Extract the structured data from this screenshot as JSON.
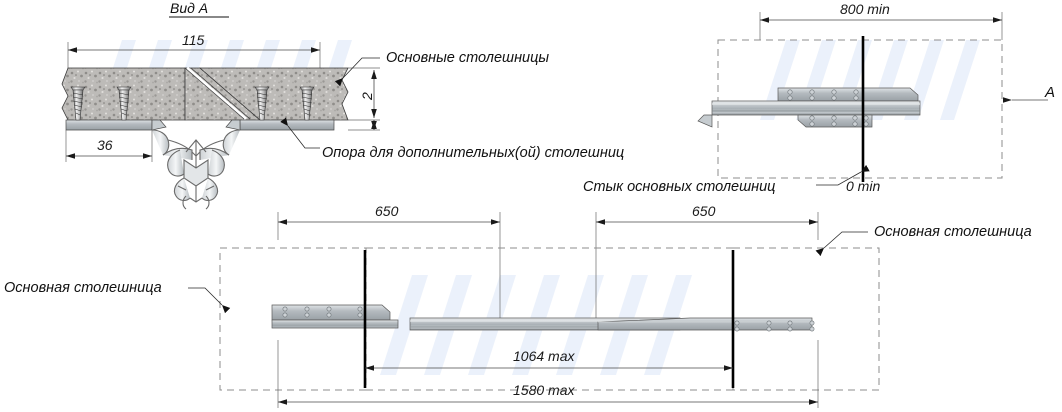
{
  "drawing": {
    "title": "Вид А",
    "view_marker": "A",
    "bg_color": "#ffffff",
    "watermark_color": "#dce7f7",
    "metal_color": "#b9bfc4",
    "stone_color": "#b6b4b1"
  },
  "section_a": {
    "dim_width": "115",
    "dim_thickness": "2",
    "dim_offset": "36",
    "label_top": "Основные столешницы",
    "label_bottom": "Опора для дополнительных(ой) столешниц"
  },
  "section_top_right": {
    "dim_span": "800 min",
    "dim_gap": "0 min",
    "label_joint": "Стык основных столешниц",
    "view_marker": "A"
  },
  "section_bottom": {
    "dim_left": "650",
    "dim_right": "650",
    "dim_mid": "1064 max",
    "dim_total": "1580 max",
    "label_left": "Основная столешница",
    "label_right": "Основная столешница"
  }
}
